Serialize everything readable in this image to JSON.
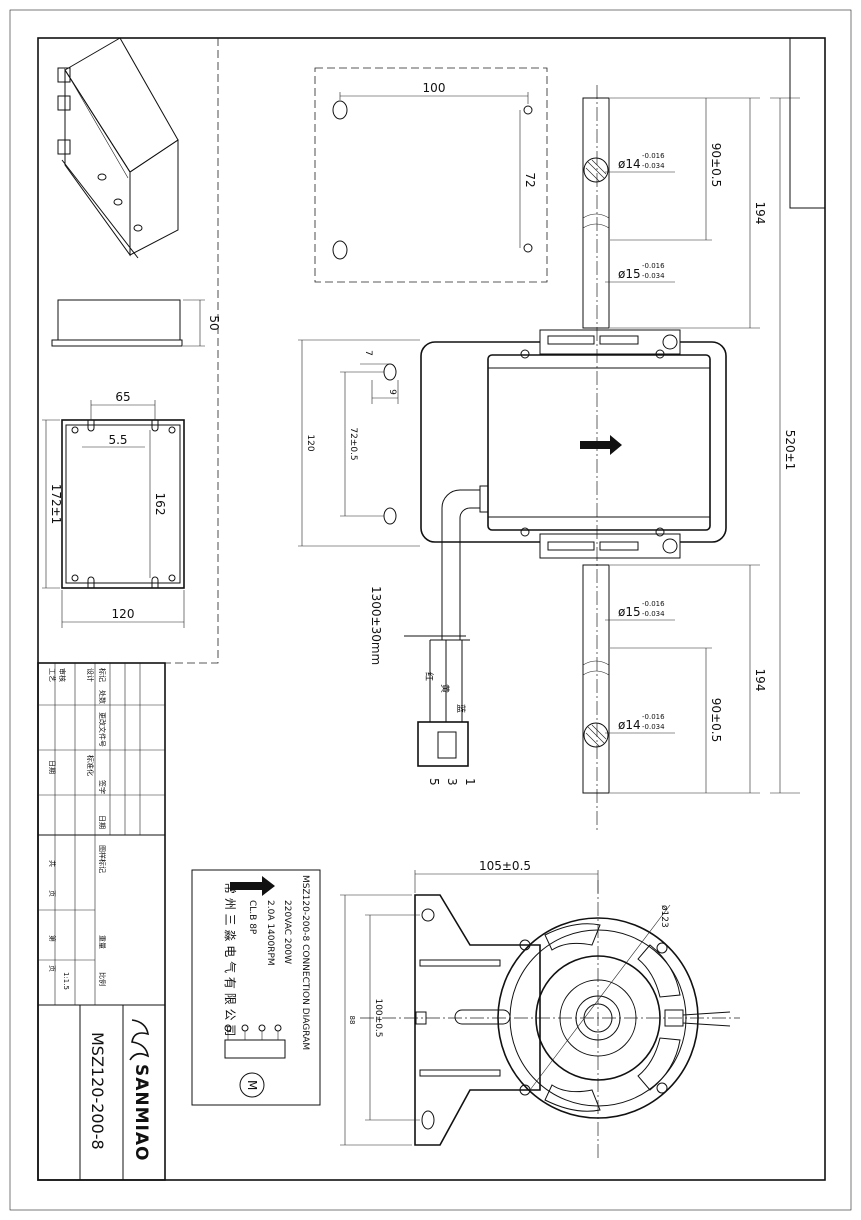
{
  "drawing": {
    "model": "MSZ120-200-8",
    "logo_text": "SANMIAO",
    "connection_title": "MSZ120-200-8 CONNECTION DIAGRAM",
    "spec_line1": "220VAC   200W",
    "spec_line2": "2.0A   1400RPM",
    "spec_line3": "CL.B     8P",
    "company": "常 州 三 淼 电 气 有 限 公 司",
    "motor_symbol": "M"
  },
  "dimensions": {
    "mount_w": "100",
    "mount_h": "72",
    "side_h": "50",
    "box_top": "65",
    "box_slot": "5.5",
    "box_h": "172±1",
    "box_inner": "162",
    "box_w": "120",
    "wire_len": "1300±30mm",
    "total_len": "520±1",
    "shaft_len_top": "194",
    "shaft_len_bot": "194",
    "shaft_seg_top": "90±0.5",
    "shaft_seg_bot": "90±0.5",
    "dia14_top": "ø14",
    "dia15_top": "ø15",
    "dia15_bot": "ø15",
    "dia14_bot": "ø14",
    "tol_up": "-0.016",
    "tol_dn": "-0.034",
    "h120": "120",
    "h72": "72±0.5",
    "d7": "7",
    "d9": "9",
    "front_w": "105±0.5",
    "front_h": "100±0.5",
    "front_d": "ø123",
    "small": "88"
  },
  "wiring": {
    "red": "红",
    "yellow": "黄",
    "blue": "蓝",
    "pins": [
      "1",
      "3",
      "5"
    ]
  },
  "title_block": {
    "r1": [
      "标记",
      "处数",
      "更改文件号",
      "签字",
      "日期"
    ],
    "r2": [
      "设计",
      "标准化"
    ],
    "r3": [
      "审核",
      "工艺",
      "日期"
    ],
    "stage_label": "图样标记",
    "weight_label": "重量",
    "scale_label": "比例",
    "scale": "1:1.5",
    "total_label": "共",
    "page_label": "页",
    "sheet_label": "第",
    "page_label2": "页"
  }
}
